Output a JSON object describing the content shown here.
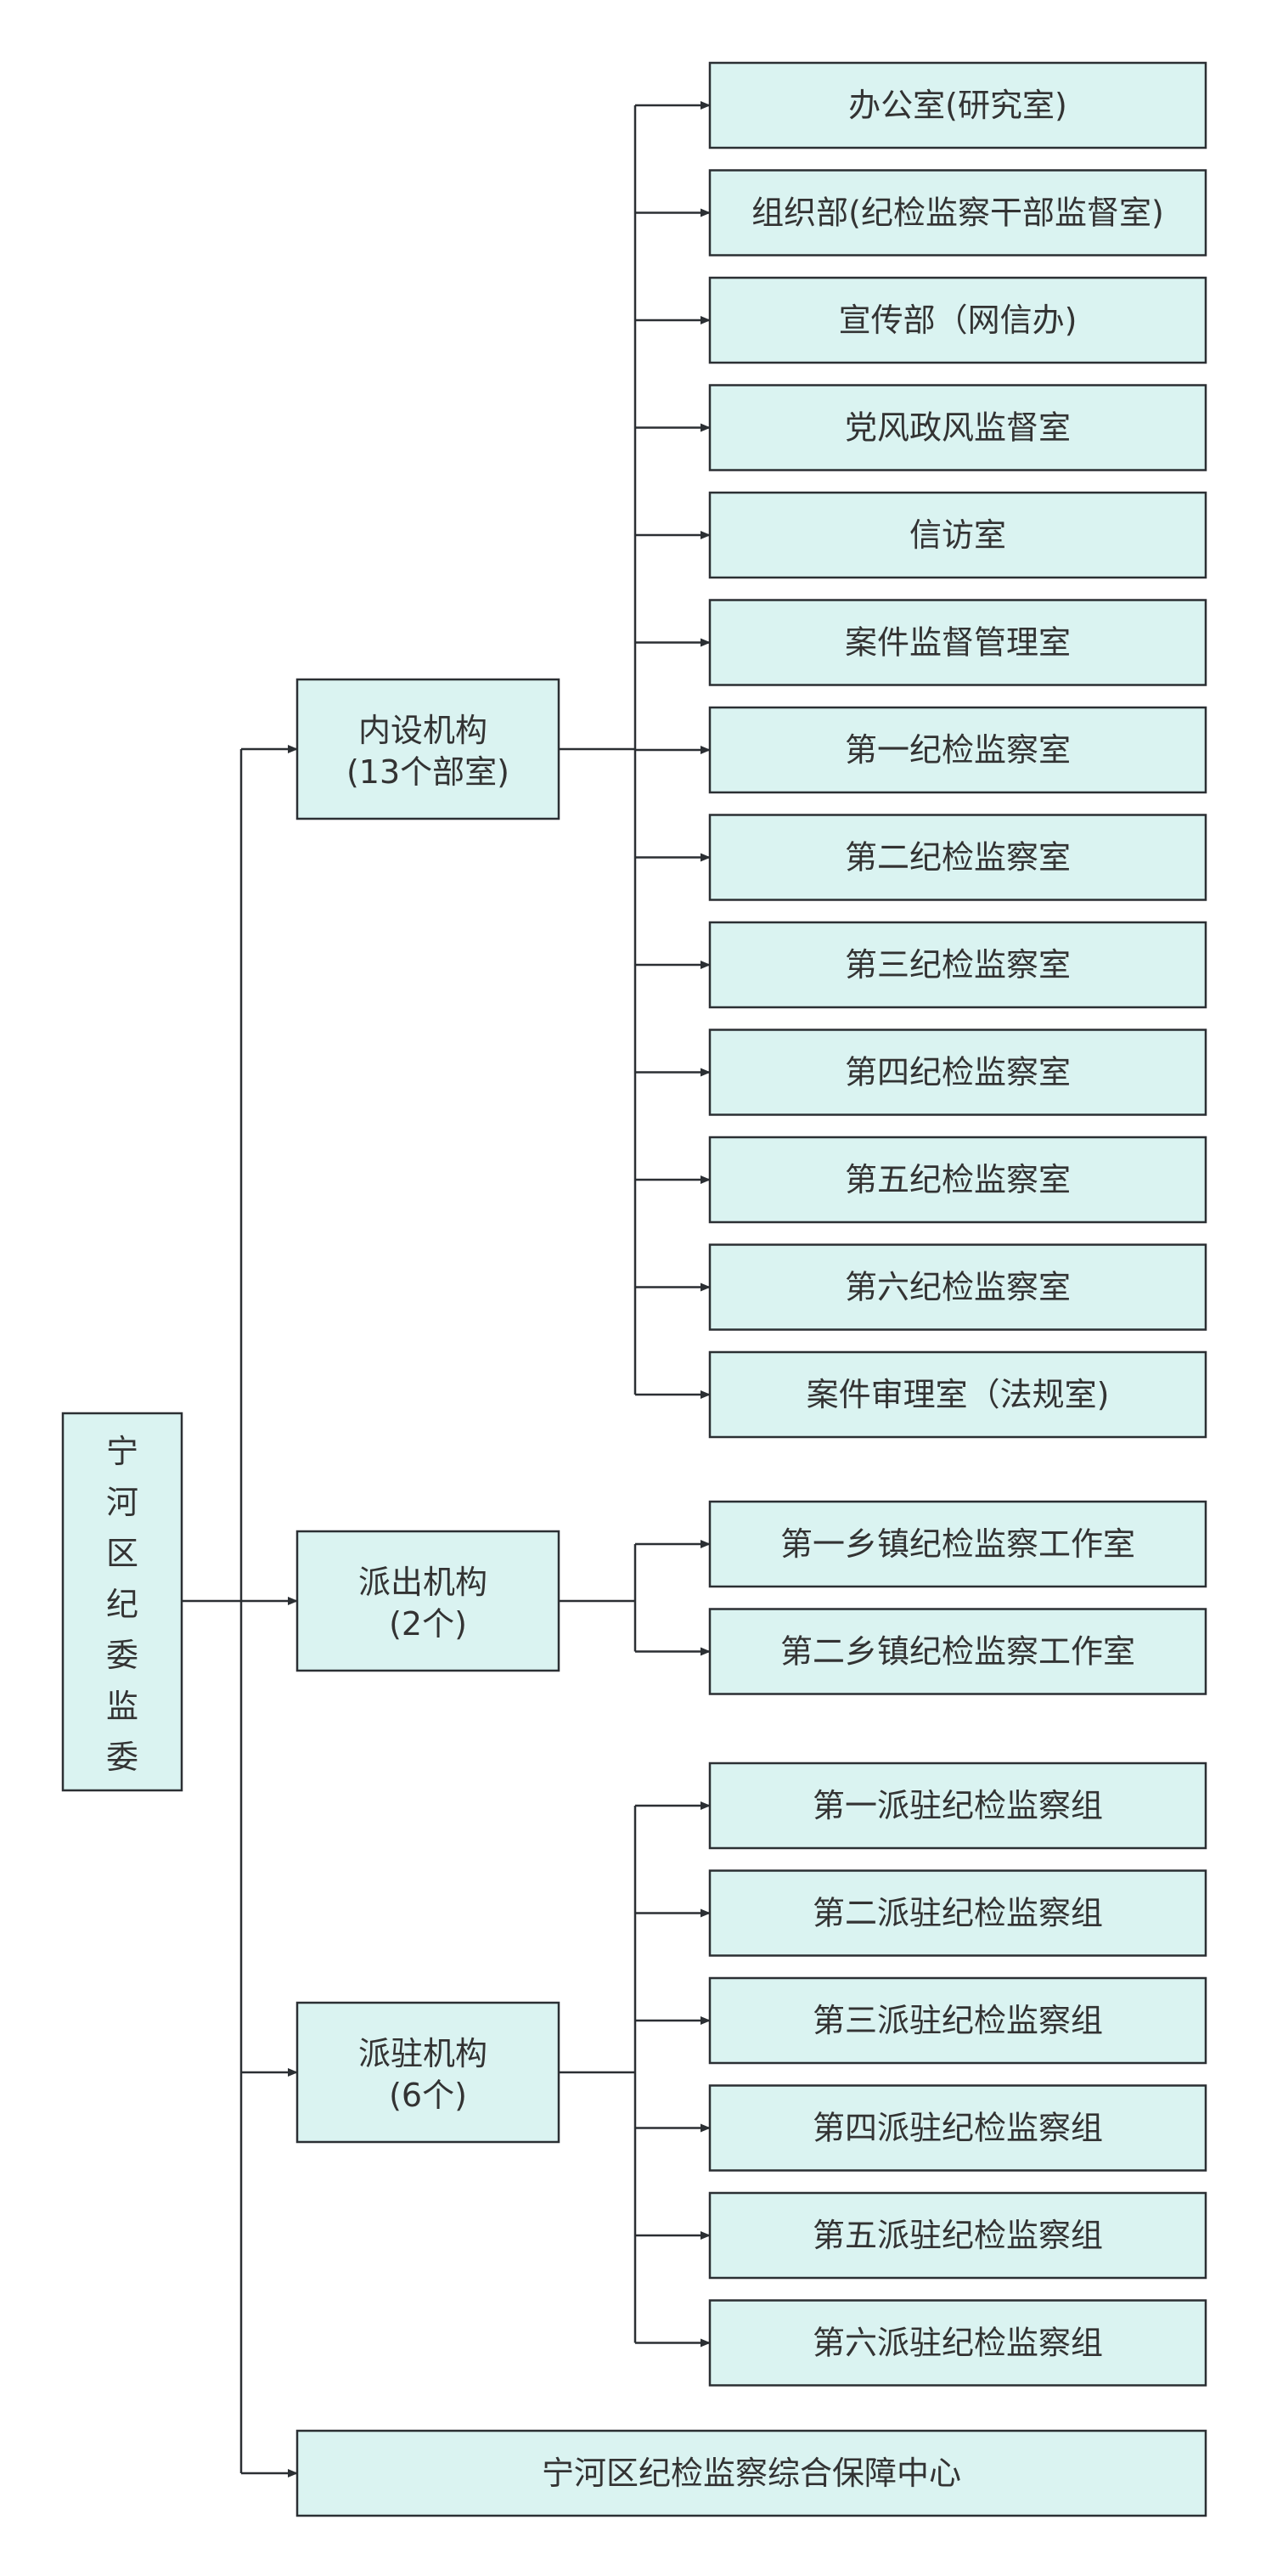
{
  "root": {
    "label": "宁河区纪委监委"
  },
  "groups": [
    {
      "label": [
        "内设机构",
        "(13个部室)"
      ],
      "children": [
        "办公室(研究室)",
        "组织部(纪检监察干部监督室)",
        "宣传部（网信办)",
        "党风政风监督室",
        "信访室",
        "案件监督管理室",
        "第一纪检监察室",
        "第二纪检监察室",
        "第三纪检监察室",
        "第四纪检监察室",
        "第五纪检监察室",
        "第六纪检监察室",
        "案件审理室（法规室)"
      ]
    },
    {
      "label": [
        "派出机构",
        "(2个)"
      ],
      "children": [
        "第一乡镇纪检监察工作室",
        "第二乡镇纪检监察工作室"
      ]
    },
    {
      "label": [
        "派驻机构",
        "(6个)"
      ],
      "children": [
        "第一派驻纪检监察组",
        "第二派驻纪检监察组",
        "第三派驻纪检监察组",
        "第四派驻纪检监察组",
        "第五派驻纪检监察组",
        "第六派驻纪检监察组"
      ]
    }
  ],
  "standalone": {
    "label": "宁河区纪检监察综合保障中心"
  },
  "colors": {
    "box_fill": "#daf3f1",
    "line": "#2b2f33",
    "text": "#333333"
  }
}
